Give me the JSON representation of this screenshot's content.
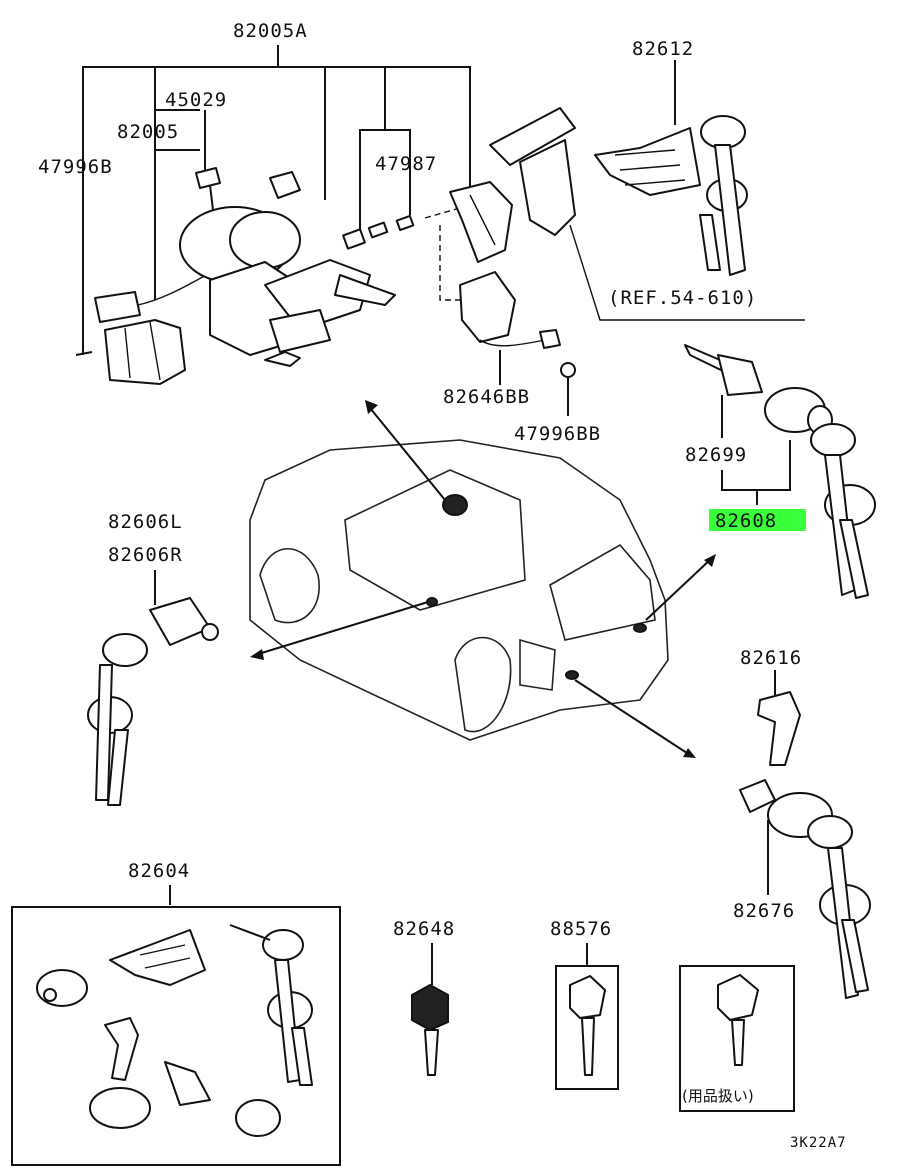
{
  "diagram": {
    "labels": {
      "p82005A": "82005A",
      "p45029": "45029",
      "p82005": "82005",
      "p47996B": "47996B",
      "p47987": "47987",
      "p82612": "82612",
      "ref": "(REF.54-610)",
      "p82646BB": "82646BB",
      "p47996BB": "47996BB",
      "p82699": "82699",
      "p82608": "82608",
      "p82606L": "82606L",
      "p82606R": "82606R",
      "p82616": "82616",
      "p82676": "82676",
      "p82604": "82604",
      "p82648": "82648",
      "p88576": "88576",
      "kanji": "(用品扱い)",
      "code": "3K22A7"
    },
    "highlight_color": "#39ff3a"
  }
}
